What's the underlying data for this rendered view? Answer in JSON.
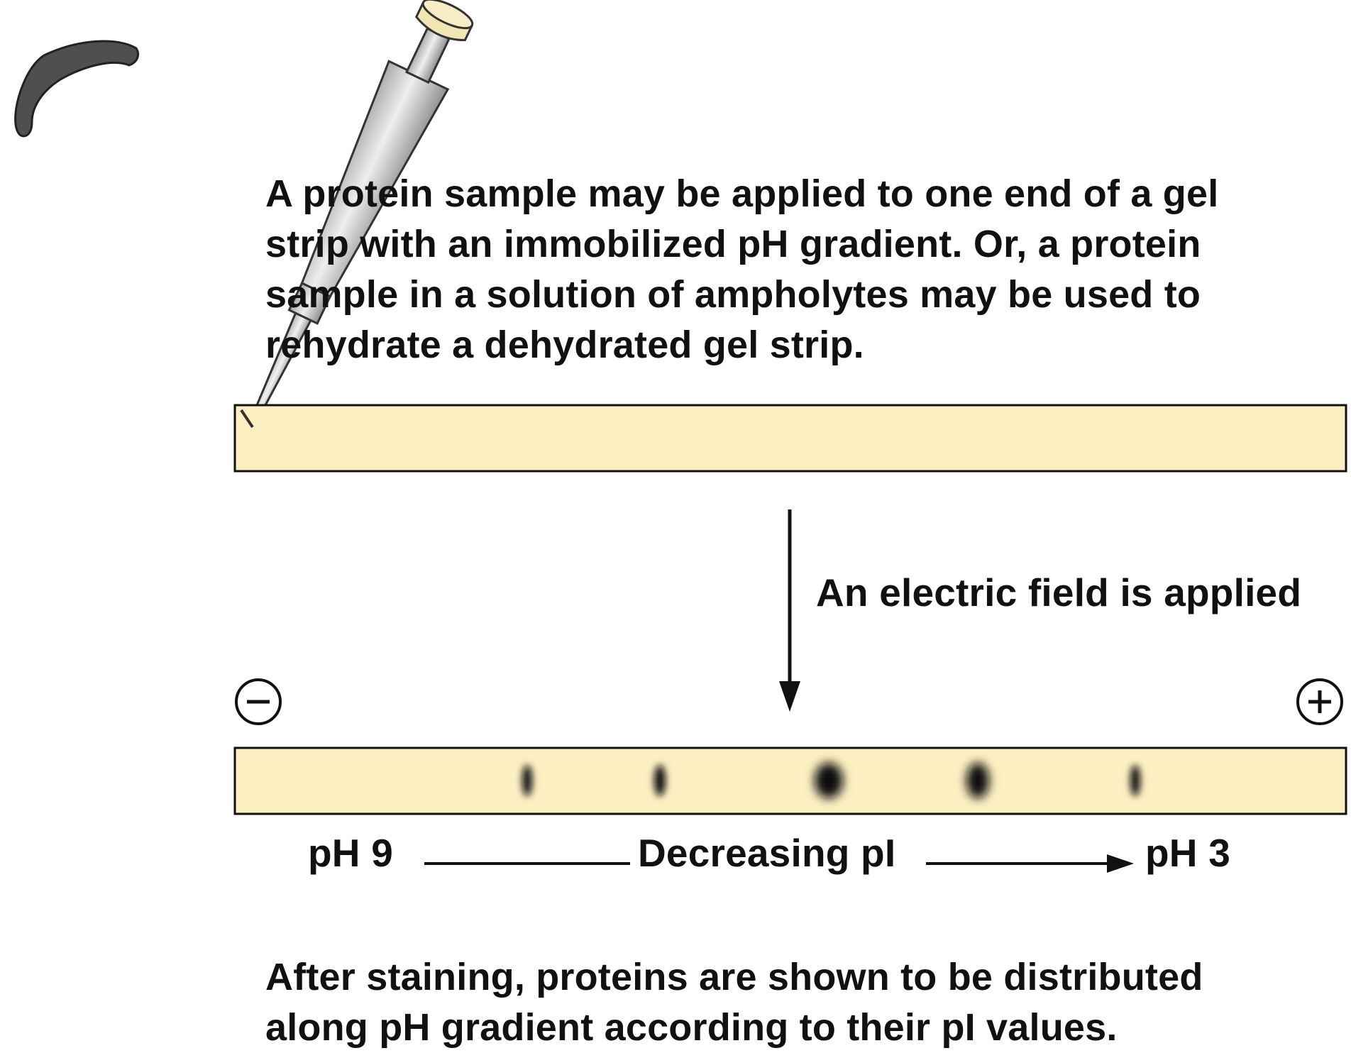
{
  "intro": {
    "lines": [
      "A protein sample may be applied to one end of a gel",
      "strip with an immobilized pH gradient. Or, a protein",
      "sample in a solution of ampholytes may be used to",
      "rehydrate a dehydrated gel strip."
    ]
  },
  "step_label": "An electric field is applied",
  "electrodes": {
    "negative": "−",
    "positive": "+"
  },
  "gradient": {
    "left_label": "pH 9",
    "center_label": "Decreasing pI",
    "right_label": "pH 3"
  },
  "result": {
    "lines": [
      "After staining, proteins are shown to be distributed",
      "along pH gradient according to their pI values."
    ]
  },
  "colors": {
    "gel": "#fcefc2",
    "outline": "#111111",
    "band": "#111111",
    "pipette_body": "#c9cbcc",
    "pipette_plunger": "#f1e6b3",
    "pipette_grip": "#4d4d4d"
  },
  "icons": [
    "pipette-icon",
    "minus-circle-icon",
    "plus-circle-icon",
    "arrow-down-icon",
    "arrow-right-icon"
  ]
}
